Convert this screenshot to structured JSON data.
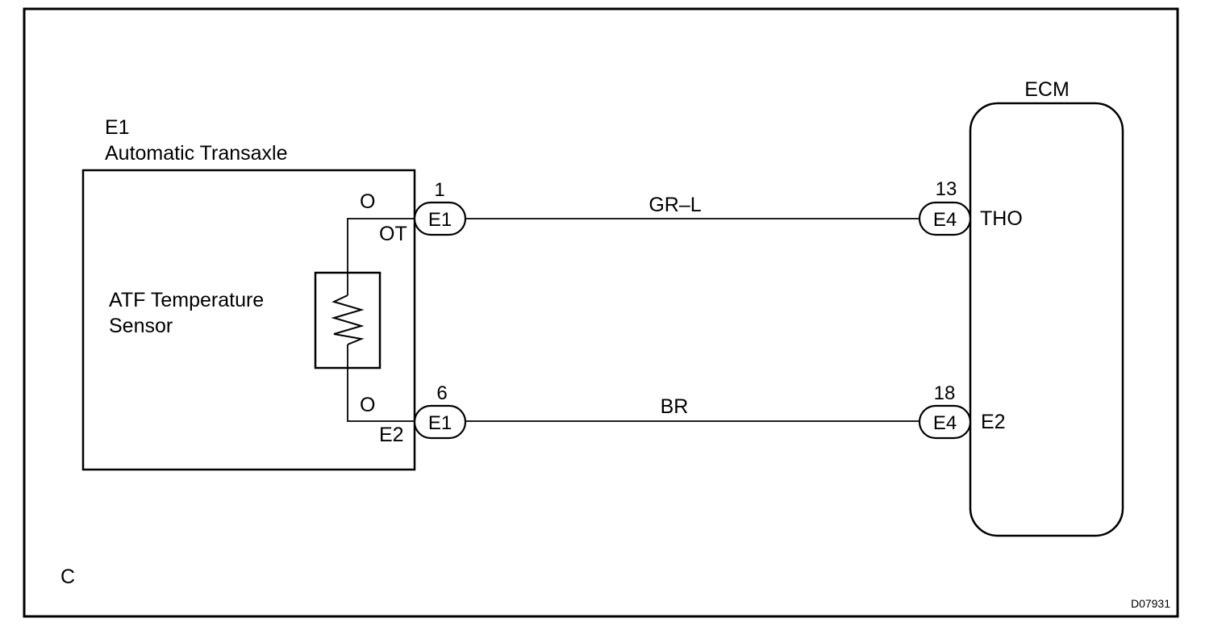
{
  "component": {
    "id": "E1",
    "name": "Automatic Transaxle",
    "sensor_line1": "ATF Temperature",
    "sensor_line2": "Sensor"
  },
  "ecm": {
    "label": "ECM"
  },
  "circuits": [
    {
      "color_code": "O",
      "sensor_terminal": "OT",
      "sensor_connector": "E1",
      "sensor_pin": "1",
      "wire_color": "GR–L",
      "ecm_connector": "E4",
      "ecm_pin": "13",
      "ecm_terminal": "THO"
    },
    {
      "color_code": "O",
      "sensor_terminal": "E2",
      "sensor_connector": "E1",
      "sensor_pin": "6",
      "wire_color": "BR",
      "ecm_connector": "E4",
      "ecm_pin": "18",
      "ecm_terminal": "E2"
    }
  ],
  "corner_letter": "C",
  "figure_code": "D07931"
}
